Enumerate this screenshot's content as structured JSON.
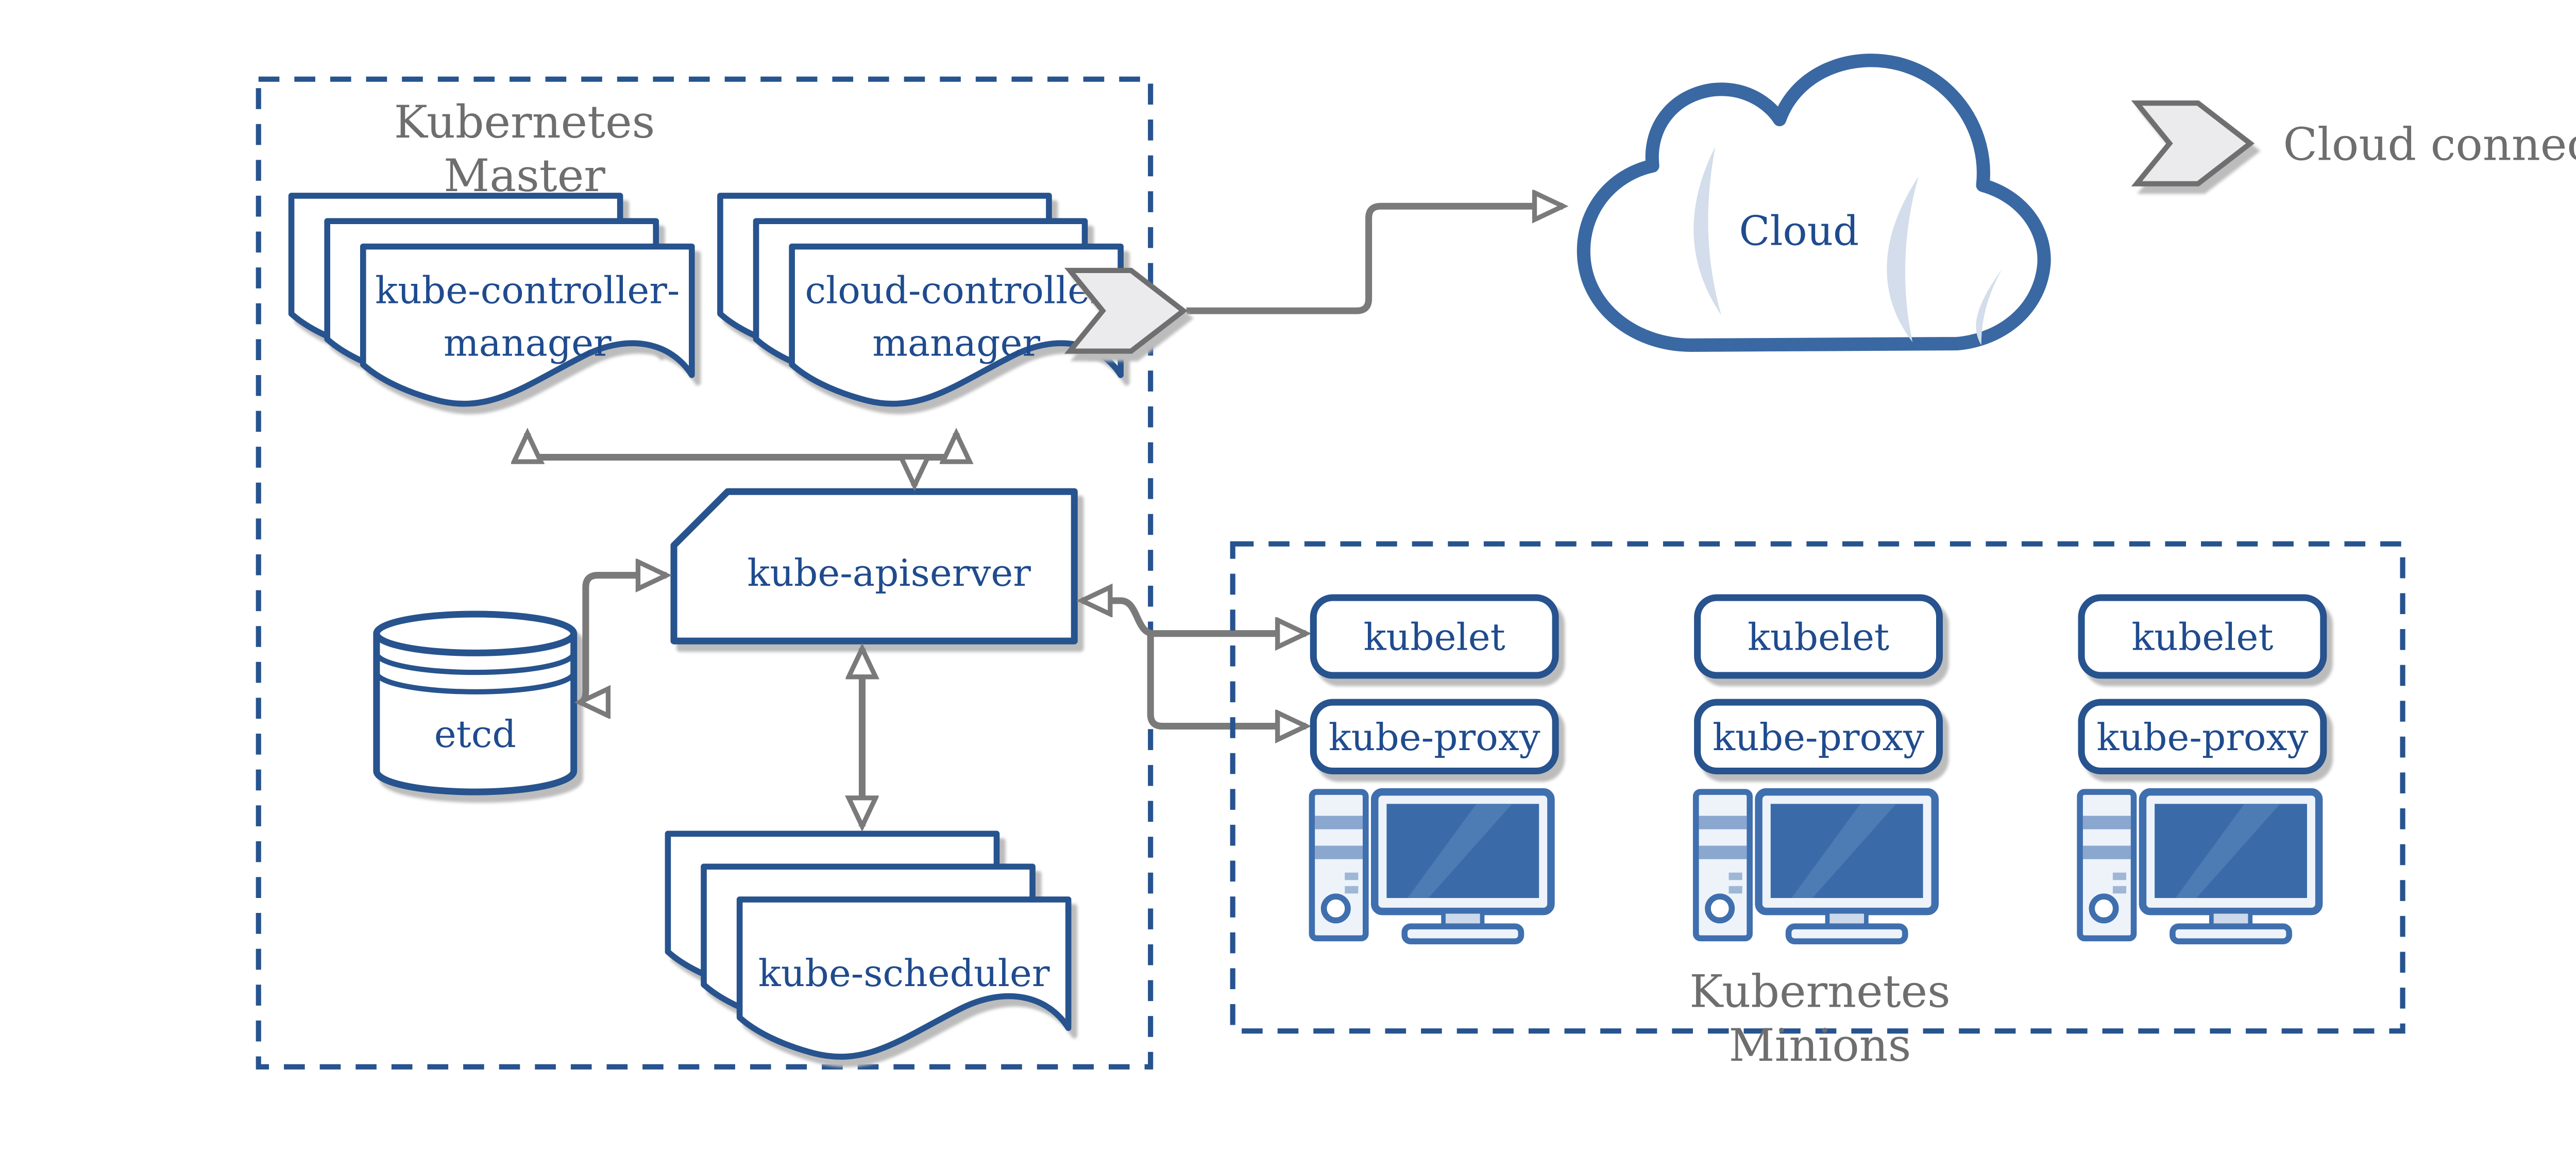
{
  "colors": {
    "navy_stroke": "#27538E",
    "navy_text": "#1F4B8E",
    "icon_blue": "#3F6FAE",
    "screen_blue": "#3A6BA8",
    "cloud_stroke": "#3A68A3",
    "crescent_blue": "#D3DDEB",
    "arrow_gray": "#7A7A7A",
    "label_gray": "#6E6E6E",
    "chevron_fill": "#EBEBEE",
    "shadow_gray": "#BCBCBC",
    "background": "#FFFFFF"
  },
  "master": {
    "title_line1": "Kubernetes",
    "title_line2": "Master",
    "kube_controller_manager_line1": "kube-controller-",
    "kube_controller_manager_line2": "manager",
    "cloud_controller_manager_line1": "cloud-controller",
    "cloud_controller_manager_line2": "manager",
    "kube_apiserver": "kube-apiserver",
    "etcd": "etcd",
    "kube_scheduler": "kube-scheduler"
  },
  "cloud": {
    "label": "Cloud"
  },
  "legend": {
    "label": "Cloud connector"
  },
  "minions": {
    "title_line1": "Kubernetes",
    "title_line2": "Minions",
    "nodes": [
      {
        "kubelet": "kubelet",
        "kube_proxy": "kube-proxy"
      },
      {
        "kubelet": "kubelet",
        "kube_proxy": "kube-proxy"
      },
      {
        "kubelet": "kubelet",
        "kube_proxy": "kube-proxy"
      }
    ]
  }
}
